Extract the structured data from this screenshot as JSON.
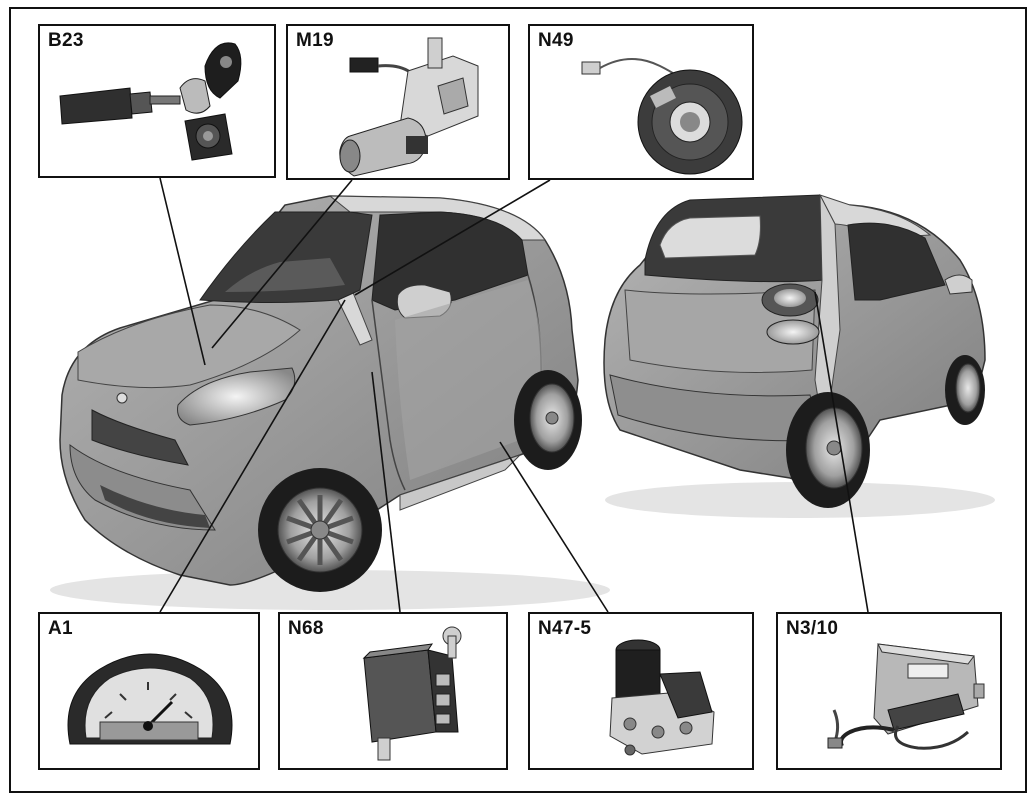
{
  "figure": {
    "components": [
      {
        "code": "B23",
        "depicts": "ignition-lock-switch"
      },
      {
        "code": "M19",
        "depicts": "steering-lock-motor"
      },
      {
        "code": "N49",
        "depicts": "steering-angle-sensor"
      },
      {
        "code": "A1",
        "depicts": "instrument-cluster"
      },
      {
        "code": "N68",
        "depicts": "control-module"
      },
      {
        "code": "N47-5",
        "depicts": "esp-hydraulic-unit"
      },
      {
        "code": "N3/10",
        "depicts": "engine-control-unit"
      }
    ]
  },
  "colors": {
    "frame": "#111111",
    "car_body": "#9a9a9a",
    "car_panel": "#c4c4c4",
    "glass": "#2e2e2e",
    "tire": "#1c1c1c",
    "part_dark": "#3a3a3a",
    "part_light": "#d0d0d0"
  }
}
